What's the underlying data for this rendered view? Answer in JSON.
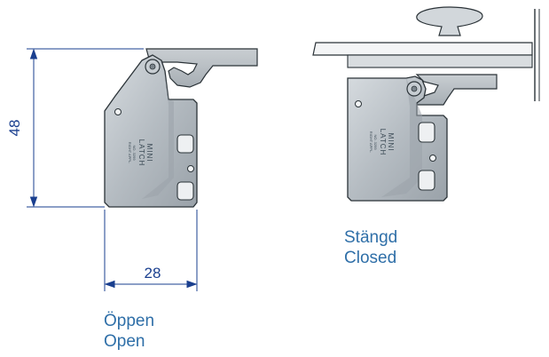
{
  "open_view": {
    "dimension_height": "48",
    "dimension_width": "28",
    "caption_swedish": "Öppen",
    "caption_english": "Open",
    "body_label_line1": "MINI",
    "body_label_line2": "LATCH",
    "body_small_line1": "NO. 3299",
    "body_small_line2": "RIGHT APPL."
  },
  "closed_view": {
    "caption_swedish": "Stängd",
    "caption_english": "Closed",
    "body_label_line1": "MINI",
    "body_label_line2": "LATCH",
    "body_small_line1": "NO. 3299",
    "body_small_line2": "RIGHT APPL."
  },
  "colors": {
    "dimension": "#1a3f8f",
    "caption": "#2f6fa8",
    "metal": "#b9c0c6",
    "metal_dark": "#8f979e",
    "outline": "#2b3338"
  }
}
